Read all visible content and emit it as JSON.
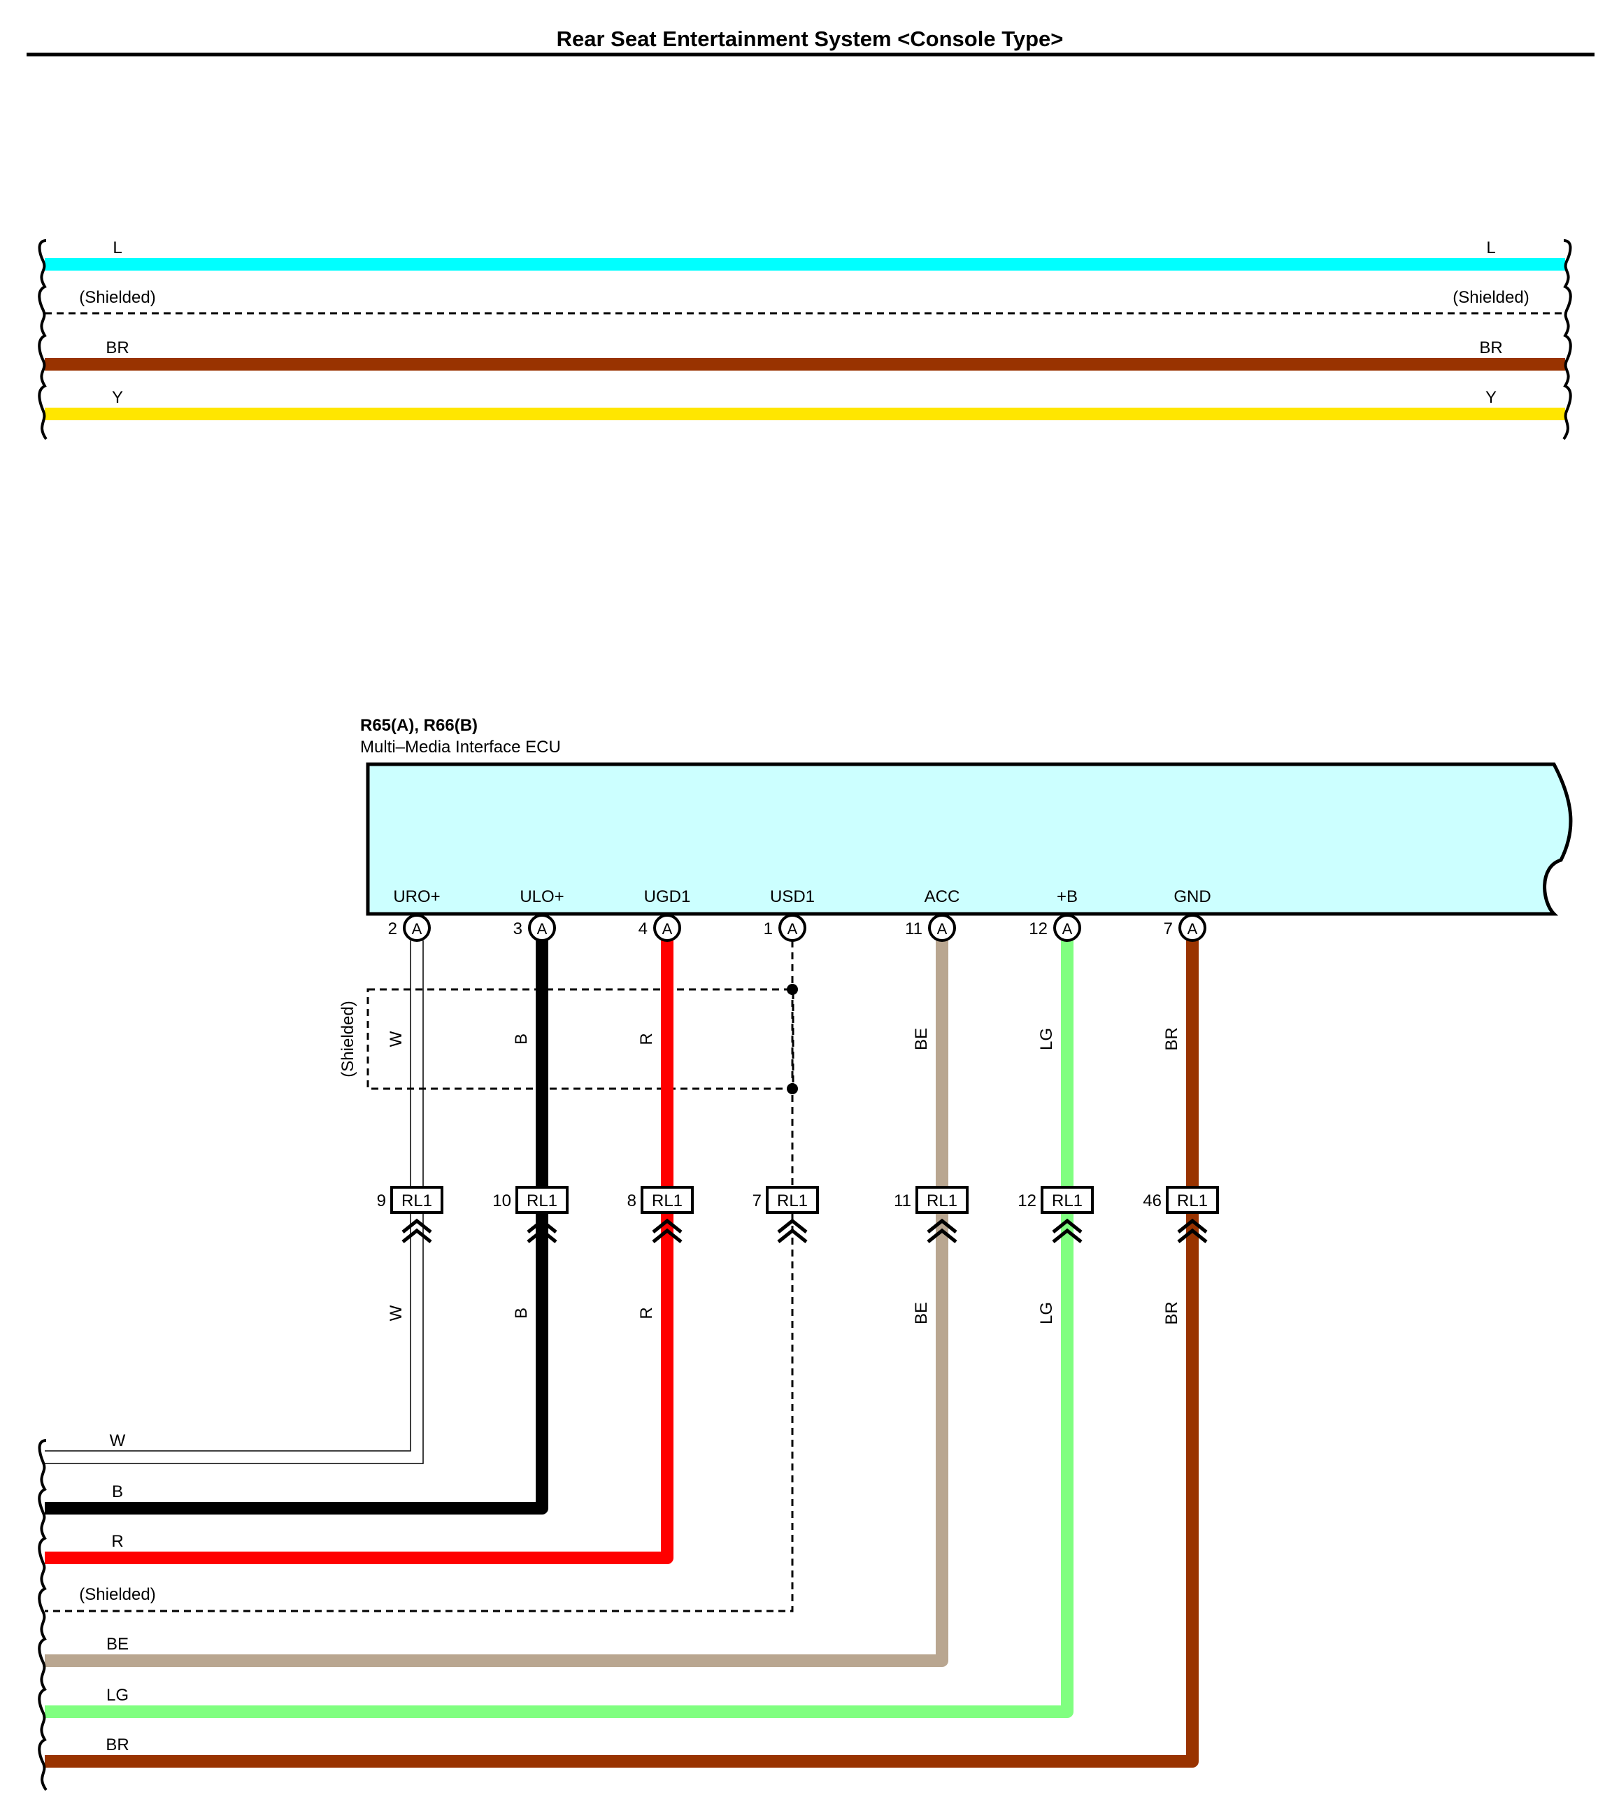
{
  "page": {
    "title": "Rear Seat Entertainment System <Console Type>"
  },
  "colors": {
    "L": "#00FFFF",
    "BR": "#993300",
    "Y": "#FFE600",
    "W": "#FFFFFF",
    "B": "#000000",
    "R": "#FF0000",
    "BE": "#B9A690",
    "LG": "#80FF80",
    "ecu_fill": "#CCFFFF"
  },
  "top_wires": [
    {
      "code": "L",
      "left_label": "L",
      "right_label": "L"
    },
    {
      "code": "SH",
      "left_label": "(Shielded)",
      "right_label": "(Shielded)"
    },
    {
      "code": "BR",
      "left_label": "BR",
      "right_label": "BR"
    },
    {
      "code": "Y",
      "left_label": "Y",
      "right_label": "Y"
    }
  ],
  "ecu": {
    "connector_ids": "R65(A), R66(B)",
    "name": "Multi–Media Interface ECU"
  },
  "terminals": [
    {
      "signal": "URO+",
      "pin": "2",
      "conn": "A",
      "wire_upper": "W",
      "rl_pin": "9",
      "rl_name": "RL1",
      "wire_lower": "W",
      "bus_label": "W"
    },
    {
      "signal": "ULO+",
      "pin": "3",
      "conn": "A",
      "wire_upper": "B",
      "rl_pin": "10",
      "rl_name": "RL1",
      "wire_lower": "B",
      "bus_label": "B"
    },
    {
      "signal": "UGD1",
      "pin": "4",
      "conn": "A",
      "wire_upper": "R",
      "rl_pin": "8",
      "rl_name": "RL1",
      "wire_lower": "R",
      "bus_label": "R"
    },
    {
      "signal": "USD1",
      "pin": "1",
      "conn": "A",
      "wire_upper": "",
      "rl_pin": "7",
      "rl_name": "RL1",
      "wire_lower": "",
      "bus_label": "(Shielded)"
    },
    {
      "signal": "ACC",
      "pin": "11",
      "conn": "A",
      "wire_upper": "BE",
      "rl_pin": "11",
      "rl_name": "RL1",
      "wire_lower": "BE",
      "bus_label": "BE"
    },
    {
      "signal": "+B",
      "pin": "12",
      "conn": "A",
      "wire_upper": "LG",
      "rl_pin": "12",
      "rl_name": "RL1",
      "wire_lower": "LG",
      "bus_label": "LG"
    },
    {
      "signal": "GND",
      "pin": "7",
      "conn": "A",
      "wire_upper": "BR",
      "rl_pin": "46",
      "rl_name": "RL1",
      "wire_lower": "BR",
      "bus_label": "BR"
    }
  ],
  "shield_label": "(Shielded)"
}
